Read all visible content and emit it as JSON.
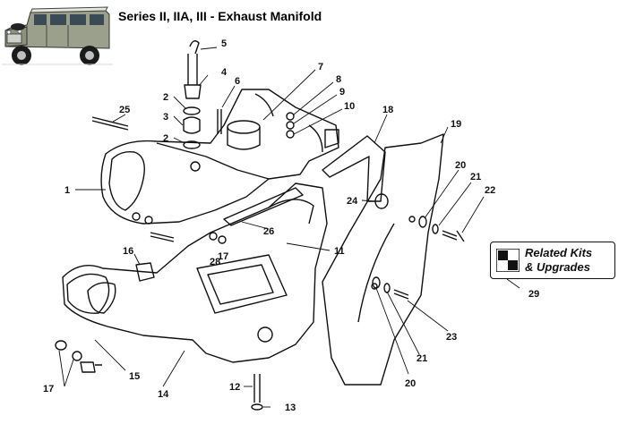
{
  "title": "Series II, IIA, III - Exhaust Manifold",
  "related": {
    "line1": "Related Kits",
    "line2": "& Upgrades",
    "number": "29"
  },
  "callouts": {
    "c1": "1",
    "c2a": "2",
    "c2b": "2",
    "c3": "3",
    "c4": "4",
    "c5": "5",
    "c6": "6",
    "c7": "7",
    "c8": "8",
    "c9": "9",
    "c10": "10",
    "c11": "11",
    "c12": "12",
    "c13": "13",
    "c14": "14",
    "c15": "15",
    "c16": "16",
    "c17a": "17",
    "c17b": "17",
    "c18": "18",
    "c19": "19",
    "c20a": "20",
    "c20b": "20",
    "c21a": "21",
    "c21b": "21",
    "c22": "22",
    "c23": "23",
    "c24": "24",
    "c25": "25",
    "c26": "26",
    "c28": "28"
  }
}
